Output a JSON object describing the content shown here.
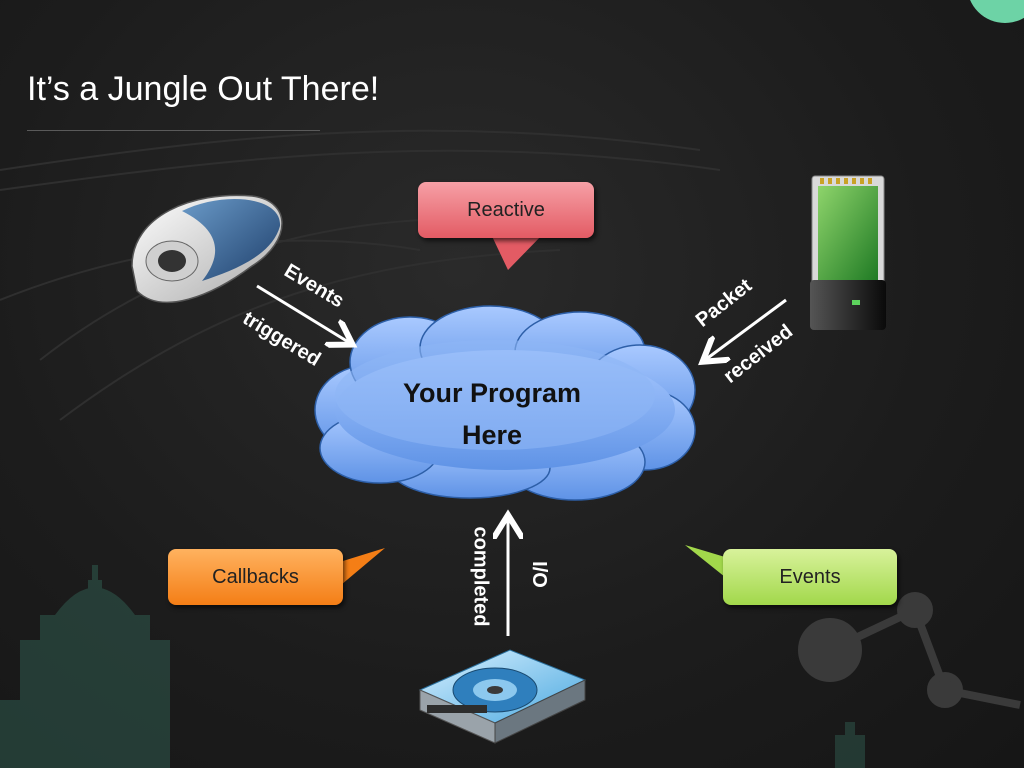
{
  "slide": {
    "title": "It’s a Jungle Out There!",
    "cloud_text_line1": "Your Program",
    "cloud_text_line2": "Here",
    "callouts": {
      "reactive": "Reactive",
      "callbacks": "Callbacks",
      "events": "Events"
    },
    "arrows": {
      "mouse_label_1": "Events",
      "mouse_label_2": "triggered",
      "packet_label_1": "Packet",
      "packet_label_2": "received",
      "io_label_1": "completed",
      "io_label_2": "I/O"
    }
  },
  "colors": {
    "background": "#1f1f1f",
    "cloud": "#7aaaf0",
    "reactive_bubble": "#e35b64",
    "callbacks_bubble": "#f47e16",
    "events_bubble": "#a2d84b",
    "accent_teal": "#6dd3a6"
  },
  "icons": {
    "mouse": "computer-mouse-icon",
    "network_card": "network-card-icon",
    "hard_drive": "hard-drive-icon"
  }
}
